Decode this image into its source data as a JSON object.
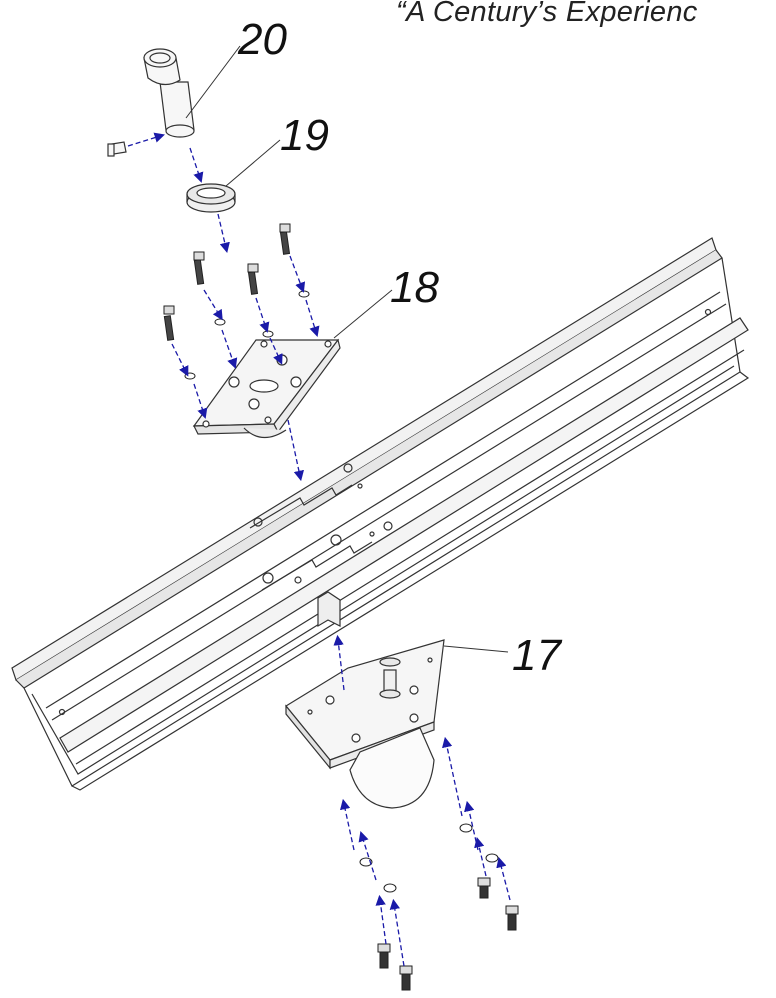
{
  "header": {
    "tagline": "“A Century’s Experienc"
  },
  "callouts": [
    {
      "id": "part-20",
      "label": "20"
    },
    {
      "id": "part-19",
      "label": "19"
    },
    {
      "id": "part-18",
      "label": "18"
    },
    {
      "id": "part-17",
      "label": "17"
    }
  ],
  "colors": {
    "line": "#333333",
    "arrow": "#1a1aa8",
    "fill": "#f7f7f7"
  }
}
